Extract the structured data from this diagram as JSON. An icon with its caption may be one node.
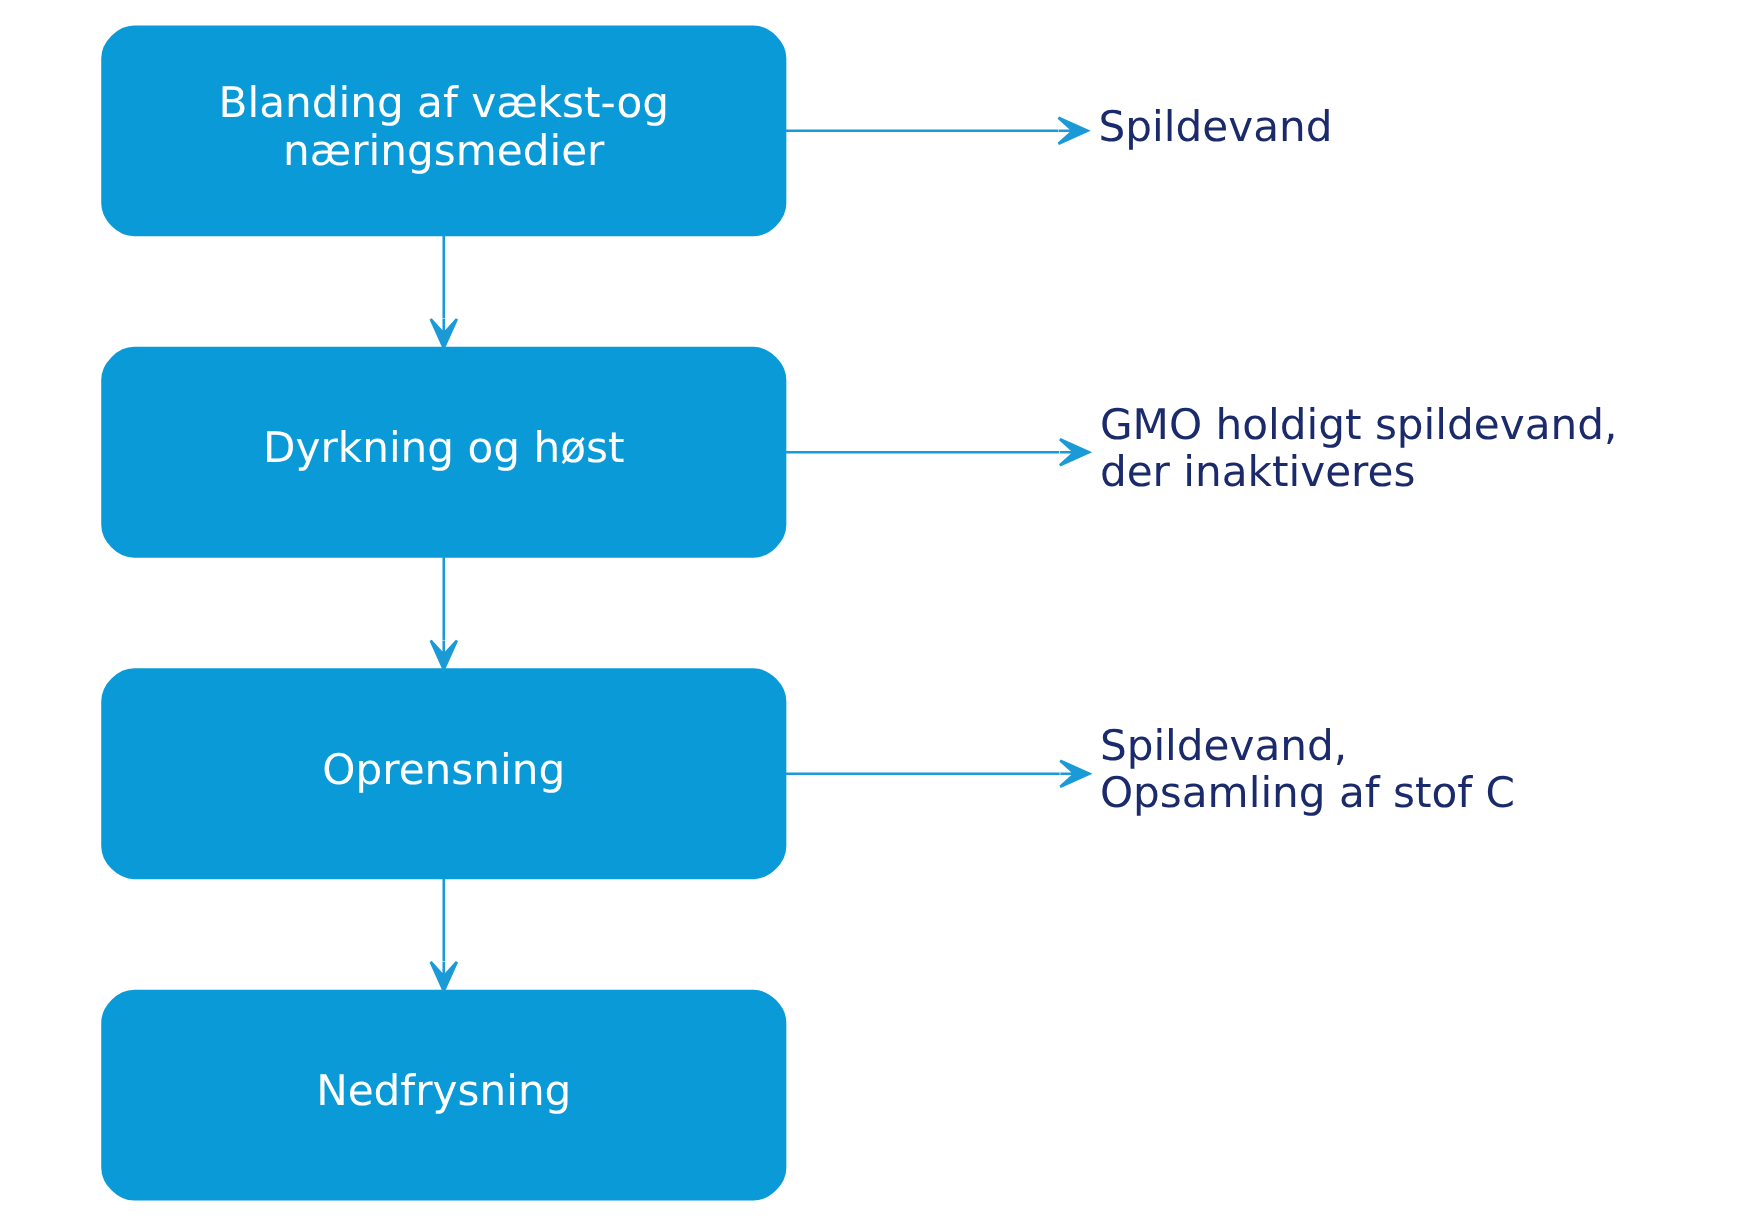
{
  "diagram": {
    "nodes": [
      {
        "text": [
          "Blanding af vækst-og næringsmedier"
        ]
      },
      {
        "text": [
          "Dyrkning og høst"
        ]
      },
      {
        "text": [
          "Oprensning"
        ]
      },
      {
        "text": [
          "Nedfrysning"
        ]
      },
      {
        "text": [
          "Spildevand"
        ]
      },
      {
        "text": [
          "GMO holdigt spildevand, der inaktiveres"
        ]
      },
      {
        "text": [
          "Spildevand, Opsamling af stof C"
        ]
      }
    ],
    "edges": [
      {
        "from": 0,
        "to": 1,
        "arrow": "to"
      },
      {
        "from": 0,
        "to": 4,
        "arrow": "to"
      },
      {
        "from": 1,
        "to": 2,
        "arrow": "to"
      },
      {
        "from": 1,
        "to": 5,
        "arrow": "to"
      },
      {
        "from": 2,
        "to": 3,
        "arrow": "to"
      },
      {
        "from": 2,
        "to": 6,
        "arrow": "to"
      }
    ]
  }
}
